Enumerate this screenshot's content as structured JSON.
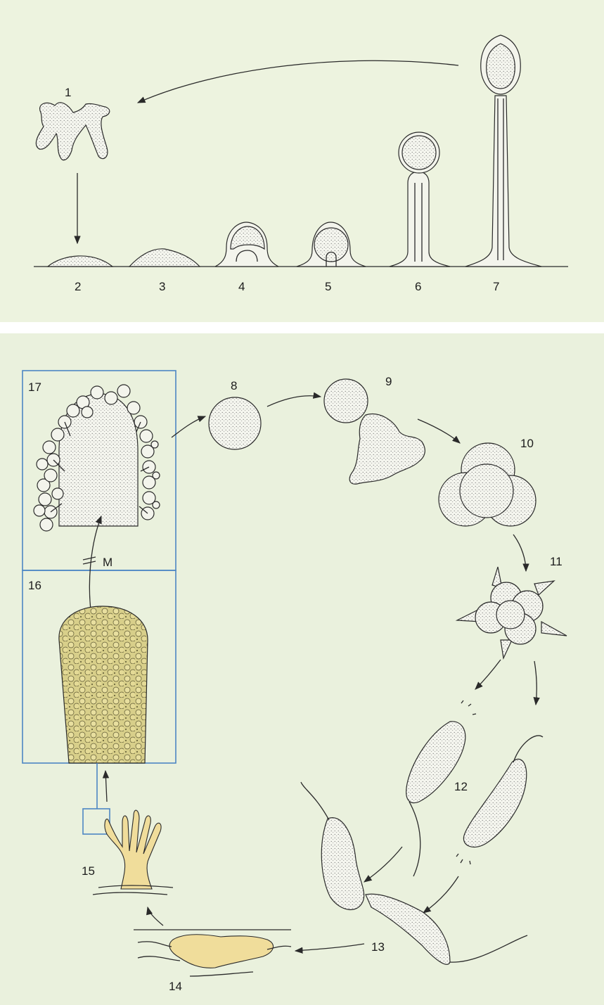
{
  "stage_labels": {
    "s1": "1",
    "s2": "2",
    "s3": "3",
    "s4": "4",
    "s5": "5",
    "s6": "6",
    "s7": "7",
    "s8": "8",
    "s9": "9",
    "s10": "10",
    "s11": "11",
    "s12": "12",
    "s13": "13",
    "s14": "14",
    "s15": "15",
    "s16": "16",
    "s17": "17"
  },
  "meiosis_label": "M",
  "colors": {
    "background": "#eef4e1",
    "inset_frame": "#4c86c4",
    "plasmodium_fill": "#f0dd9b",
    "line_ink": "#2a2a2a"
  }
}
